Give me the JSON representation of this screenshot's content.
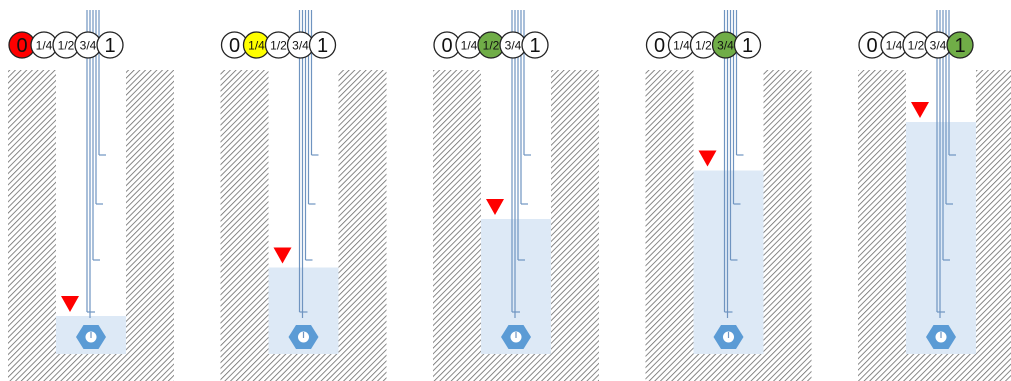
{
  "level_labels": [
    "0",
    "1/4",
    "1/2",
    "3/4",
    "1"
  ],
  "colors": {
    "hatch": "#6a6a6a",
    "water": "#dde9f6",
    "rod": "#a9c4e2",
    "rod_edge": "#6f94c0",
    "pump": "#5b9bd5",
    "marker": "#ff0000",
    "circle_stroke": "#222222"
  },
  "icons": {
    "marker": "water-level-marker-icon",
    "pump": "hexagon-pump-icon"
  },
  "panels": [
    {
      "water_level": 0.0,
      "highlight_index": 0,
      "highlight_color": "#ff0000"
    },
    {
      "water_level": 0.25,
      "highlight_index": 1,
      "highlight_color": "#ffff00"
    },
    {
      "water_level": 0.5,
      "highlight_index": 2,
      "highlight_color": "#70ad47"
    },
    {
      "water_level": 0.75,
      "highlight_index": 3,
      "highlight_color": "#70ad47"
    },
    {
      "water_level": 1.0,
      "highlight_index": 4,
      "highlight_color": "#70ad47"
    }
  ]
}
